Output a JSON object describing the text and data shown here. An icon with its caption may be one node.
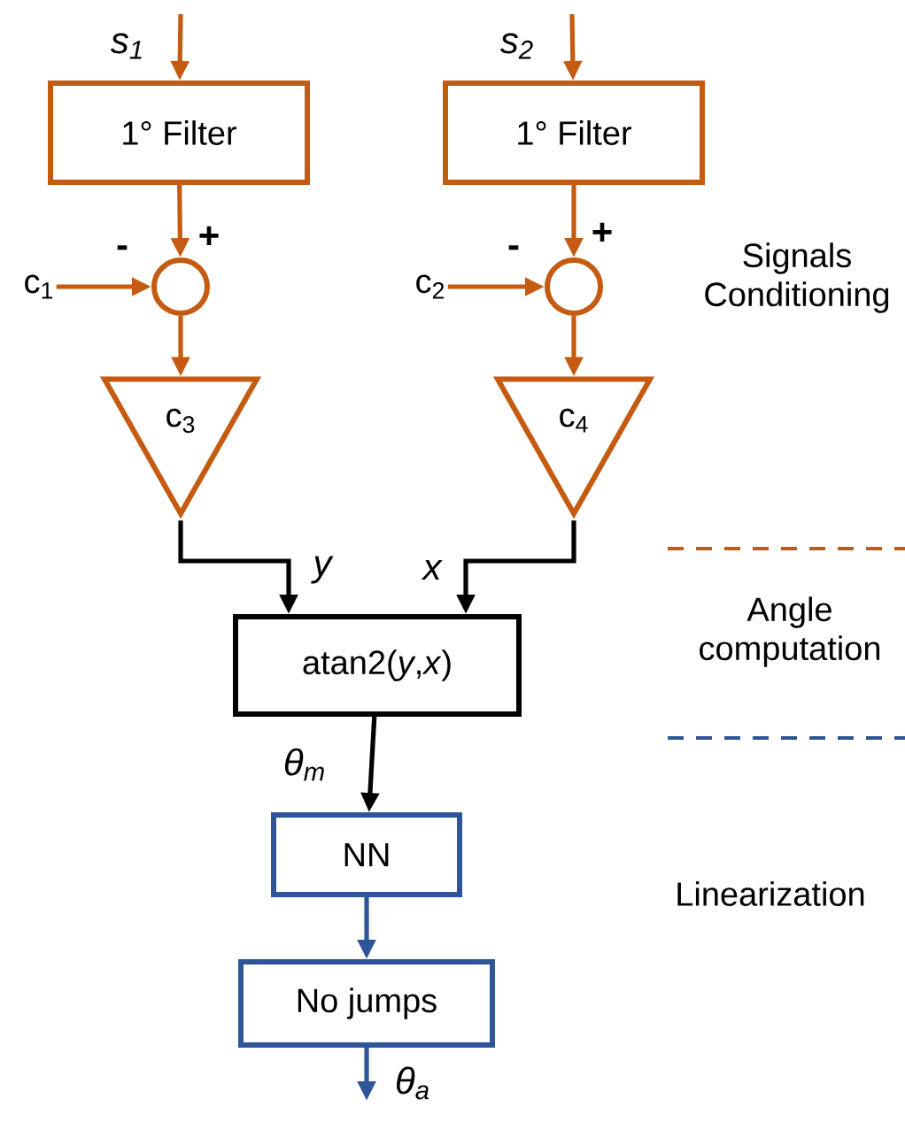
{
  "diagram": {
    "nodes": [
      {
        "text": [
          "1° Filter"
        ]
      },
      {
        "text": [
          "1° Filter"
        ]
      },
      {
        "text": [
          "c$_{1}$"
        ]
      },
      {
        "text": [],
        "shape": "circle"
      },
      {
        "text": [
          "c$_{2}$"
        ]
      },
      {
        "text": [],
        "shape": "circle"
      },
      {
        "text": [
          "c$_{3}$"
        ]
      },
      {
        "text": [
          "c$_{4}$"
        ]
      },
      {
        "text": [
          "atan2(*y*,*x*)"
        ]
      },
      {
        "text": [
          "NN"
        ]
      },
      {
        "text": [
          "No jumps"
        ]
      }
    ],
    "edges": [
      {
        "from": null,
        "to": 0,
        "arrow": "to",
        "label": "s$_{1}$"
      },
      {
        "from": null,
        "to": 1,
        "arrow": "to",
        "label": "s$_{2}$"
      },
      {
        "from": 0,
        "to": 3,
        "arrow": "to"
      },
      {
        "from": 2,
        "to": 3,
        "arrow": "to"
      },
      {
        "from": 1,
        "to": 5,
        "arrow": "to"
      },
      {
        "from": 4,
        "to": 5,
        "arrow": "to"
      },
      {
        "from": 3,
        "to": 6,
        "arrow": "to"
      },
      {
        "from": 5,
        "to": 7,
        "arrow": "to"
      },
      {
        "from": 6,
        "to": 8,
        "arrow": "to",
        "label": "y",
        "color": "#000000"
      },
      {
        "from": 7,
        "to": 8,
        "arrow": "to",
        "label": "x",
        "color": "#000000"
      },
      {
        "from": 8,
        "to": 9,
        "arrow": "to",
        "label": "θ$_{m}$",
        "color": "#000000"
      },
      {
        "from": 9,
        "to": 10,
        "arrow": "to",
        "color": "#2e5597"
      },
      {
        "from": 10,
        "to": null,
        "arrow": "to",
        "label": "θ$_{a}$",
        "color": "#2e5597"
      }
    ],
    "labels": [
      "-",
      "+",
      "-",
      "+",
      "Signals Conditioning",
      "Angle computation",
      "Linearization"
    ]
  }
}
